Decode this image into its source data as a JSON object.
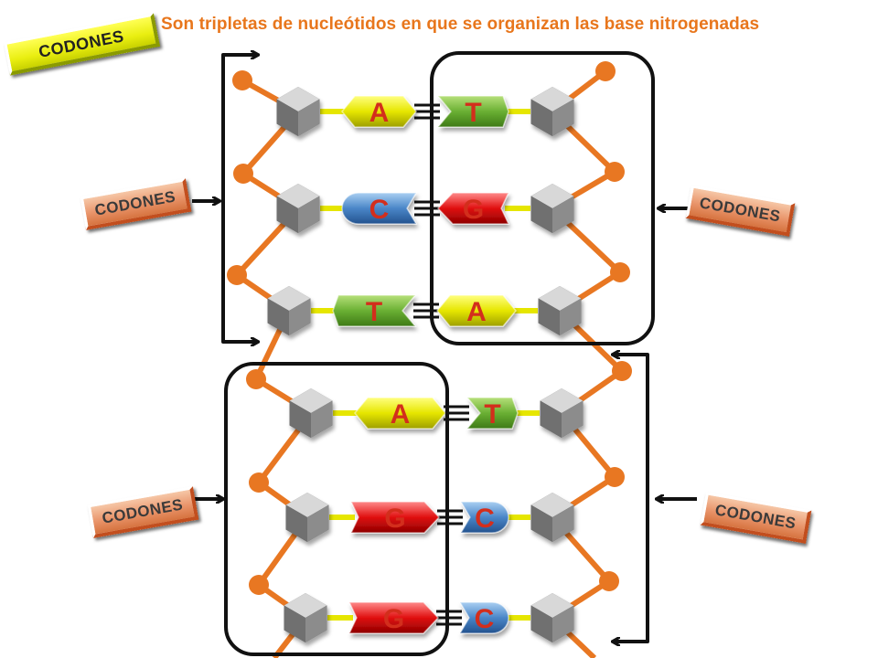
{
  "title": "Son tripletas de nucleótidos en que se organizan las base nitrogenadas",
  "label_codons": "CODONES",
  "colors": {
    "title": "#e8761c",
    "backbone": "#e87722",
    "A": "#e6e600",
    "T": "#6ab033",
    "C": "#4a86c8",
    "G": "#e01010",
    "letter": "#d32f1e",
    "bracket": "#111111"
  },
  "base_pairs": [
    {
      "left": "A",
      "right": "T"
    },
    {
      "left": "C",
      "right": "G"
    },
    {
      "left": "T",
      "right": "A"
    },
    {
      "left": "A",
      "right": "T"
    },
    {
      "left": "G",
      "right": "C"
    },
    {
      "left": "G",
      "right": "C"
    }
  ],
  "tags": [
    {
      "name": "codones-tag-top",
      "style": "yellow"
    },
    {
      "name": "codones-tag-left-1",
      "style": "orange"
    },
    {
      "name": "codones-tag-right-1",
      "style": "orange"
    },
    {
      "name": "codones-tag-left-2",
      "style": "orange"
    },
    {
      "name": "codones-tag-right-2",
      "style": "orange"
    }
  ]
}
